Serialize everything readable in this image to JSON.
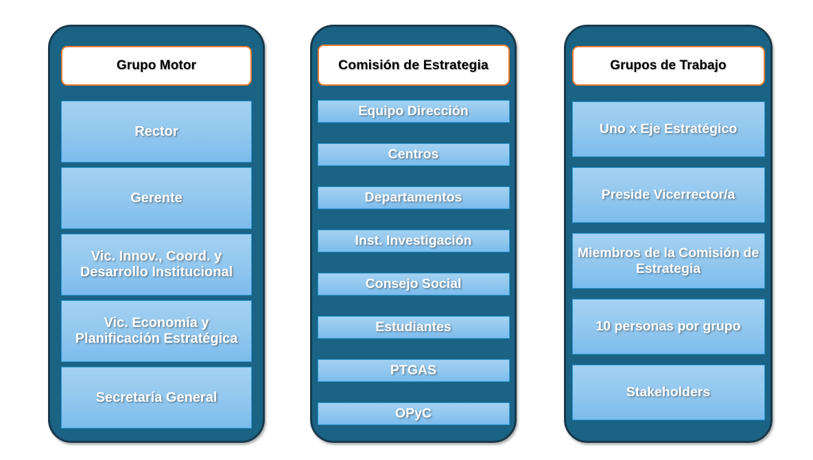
{
  "diagram": {
    "columns": [
      {
        "id": "grupo-motor",
        "header": "Grupo Motor",
        "items": [
          "Rector",
          "Gerente",
          "Vic. Innov., Coord. y Desarrollo Institucional",
          "Vic. Economía y Planificación Estratégica",
          "Secretaría General"
        ]
      },
      {
        "id": "comision-de-estrategia",
        "header": "Comisión de Estrategia",
        "items": [
          "Equipo Dirección",
          "Centros",
          "Departamentos",
          "Inst. Investigación",
          "Consejo Social",
          "Estudiantes",
          "PTGAS",
          "OPyC"
        ]
      },
      {
        "id": "grupos-de-trabajo",
        "header": "Grupos de Trabajo",
        "items": [
          "Uno x Eje Estratégico",
          "Preside Vicerrector/a",
          "Miembros de la Comisión de Estrategia",
          "10 personas por grupo",
          "Stakeholders"
        ]
      }
    ]
  },
  "colors": {
    "panel_fill": "#1a6385",
    "panel_outline": "#18394c",
    "item_fill_top": "#a3d1f2",
    "item_fill_bottom": "#7cbced",
    "item_border": "#2e9bd6",
    "header_background": "#ffffff",
    "header_border": "#ed7d31",
    "header_text": "#000000",
    "item_text": "#ffffff",
    "page_background": "#ffffff"
  }
}
